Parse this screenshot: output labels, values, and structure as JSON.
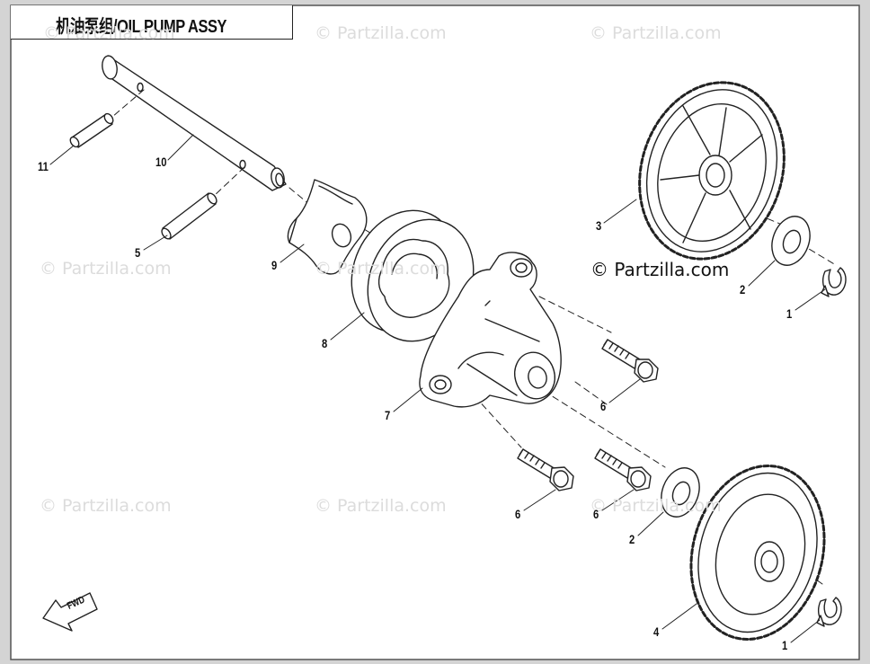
{
  "title": "机油泵组/OIL PUMP ASSY",
  "watermark_text": "© Partzilla.com",
  "main_watermark_text": "© Partzilla.com",
  "fwd_label": "FWD",
  "callouts": [
    {
      "id": "c11",
      "label": "11"
    },
    {
      "id": "c10",
      "label": "10"
    },
    {
      "id": "c5",
      "label": "5"
    },
    {
      "id": "c9",
      "label": "9"
    },
    {
      "id": "c8",
      "label": "8"
    },
    {
      "id": "c7",
      "label": "7"
    },
    {
      "id": "c6a",
      "label": "6"
    },
    {
      "id": "c6b",
      "label": "6"
    },
    {
      "id": "c6c",
      "label": "6"
    },
    {
      "id": "c3",
      "label": "3"
    },
    {
      "id": "c2a",
      "label": "2"
    },
    {
      "id": "c1a",
      "label": "1"
    },
    {
      "id": "c2b",
      "label": "2"
    },
    {
      "id": "c4",
      "label": "4"
    },
    {
      "id": "c1b",
      "label": "1"
    }
  ]
}
